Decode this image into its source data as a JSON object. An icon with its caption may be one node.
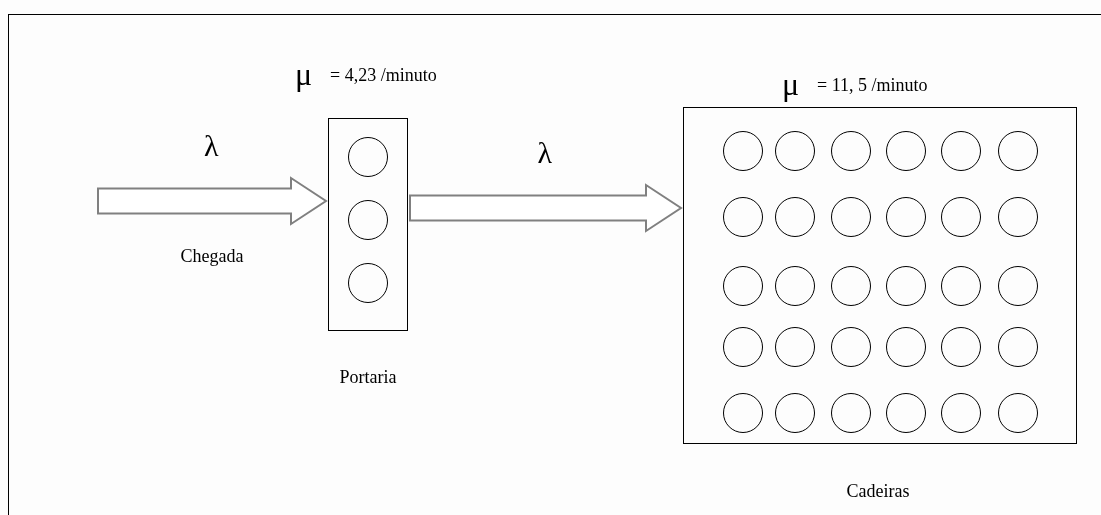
{
  "diagram": {
    "nodes": [
      {
        "text": [
          "μ",
          "= 4,23 /minuto"
        ],
        "beside": [
          "Portaria"
        ]
      },
      {
        "text": [],
        "shape": "circle",
        "in": 0
      },
      {
        "text": [],
        "shape": "circle",
        "in": 0
      },
      {
        "text": [],
        "shape": "circle",
        "in": 0
      },
      {
        "text": [
          "μ",
          "= 11, 5 /minuto"
        ],
        "beside": [
          "Cadeiras"
        ]
      },
      {
        "text": [],
        "shape": "circle",
        "in": 4
      },
      {
        "text": [],
        "shape": "circle",
        "in": 4
      },
      {
        "text": [],
        "shape": "circle",
        "in": 4
      },
      {
        "text": [],
        "shape": "circle",
        "in": 4
      },
      {
        "text": [],
        "shape": "circle",
        "in": 4
      },
      {
        "text": [],
        "shape": "circle",
        "in": 4
      },
      {
        "text": [],
        "shape": "circle",
        "in": 4
      },
      {
        "text": [],
        "shape": "circle",
        "in": 4
      },
      {
        "text": [],
        "shape": "circle",
        "in": 4
      },
      {
        "text": [],
        "shape": "circle",
        "in": 4
      },
      {
        "text": [],
        "shape": "circle",
        "in": 4
      },
      {
        "text": [],
        "shape": "circle",
        "in": 4
      },
      {
        "text": [],
        "shape": "circle",
        "in": 4
      },
      {
        "text": [],
        "shape": "circle",
        "in": 4
      },
      {
        "text": [],
        "shape": "circle",
        "in": 4
      },
      {
        "text": [],
        "shape": "circle",
        "in": 4
      },
      {
        "text": [],
        "shape": "circle",
        "in": 4
      },
      {
        "text": [],
        "shape": "circle",
        "in": 4
      },
      {
        "text": [],
        "shape": "circle",
        "in": 4
      },
      {
        "text": [],
        "shape": "circle",
        "in": 4
      },
      {
        "text": [],
        "shape": "circle",
        "in": 4
      },
      {
        "text": [],
        "shape": "circle",
        "in": 4
      },
      {
        "text": [],
        "shape": "circle",
        "in": 4
      },
      {
        "text": [],
        "shape": "circle",
        "in": 4
      },
      {
        "text": [],
        "shape": "circle",
        "in": 4
      },
      {
        "text": [],
        "shape": "circle",
        "in": 4
      },
      {
        "text": [],
        "shape": "circle",
        "in": 4
      },
      {
        "text": [],
        "shape": "circle",
        "in": 4
      },
      {
        "text": [],
        "shape": "circle",
        "in": 4
      },
      {
        "text": [],
        "shape": "circle",
        "in": 4
      }
    ],
    "edges": [
      {
        "from": null,
        "to": 0,
        "arrow": "to",
        "label": "λ"
      },
      {
        "from": 0,
        "to": 4,
        "arrow": "to",
        "label": "λ"
      }
    ],
    "labels": [
      "Chegada"
    ]
  }
}
